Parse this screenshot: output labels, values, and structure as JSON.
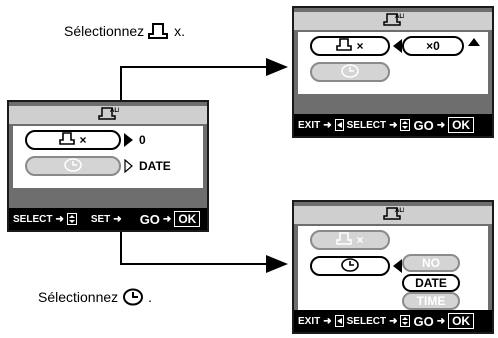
{
  "captions": {
    "top_prefix": "Sélectionnez",
    "top_suffix": "x.",
    "bottom_prefix": "Sélectionnez",
    "bottom_suffix": "."
  },
  "main_screen": {
    "row1_value": "0",
    "row2_value": "DATE",
    "footer": {
      "select": "SELECT",
      "set": "SET",
      "go": "GO",
      "ok": "OK"
    }
  },
  "top_screen": {
    "row1_label": "×",
    "row1_value": "×0",
    "footer": {
      "exit": "EXIT",
      "select": "SELECT",
      "go": "GO",
      "ok": "OK"
    }
  },
  "bottom_screen": {
    "row1_label": "×",
    "options": [
      "NO",
      "DATE",
      "TIME"
    ],
    "footer": {
      "exit": "EXIT",
      "select": "SELECT",
      "go": "GO",
      "ok": "OK"
    }
  },
  "main_screen_row1_label": "×"
}
